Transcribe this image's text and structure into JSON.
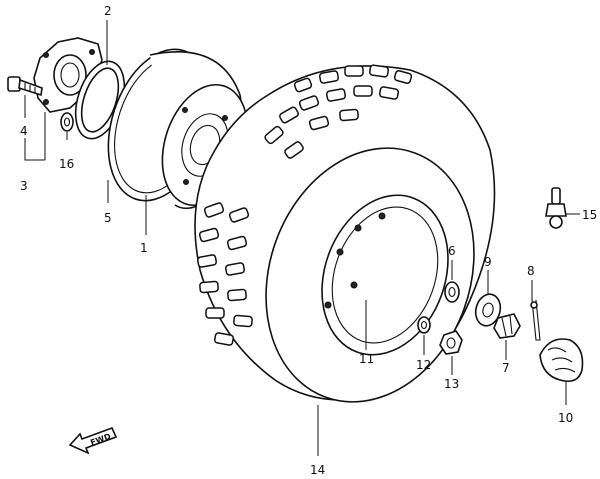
{
  "diagram": {
    "background": "#ffffff",
    "line_color": "#111111",
    "fwd_label": "FWD",
    "callouts": [
      {
        "id": "1",
        "text": "1"
      },
      {
        "id": "2",
        "text": "2"
      },
      {
        "id": "3",
        "text": "3"
      },
      {
        "id": "4",
        "text": "4"
      },
      {
        "id": "5",
        "text": "5"
      },
      {
        "id": "6",
        "text": "6"
      },
      {
        "id": "7",
        "text": "7"
      },
      {
        "id": "8",
        "text": "8"
      },
      {
        "id": "9",
        "text": "9"
      },
      {
        "id": "10",
        "text": "10"
      },
      {
        "id": "11",
        "text": "11"
      },
      {
        "id": "12",
        "text": "12"
      },
      {
        "id": "13",
        "text": "13"
      },
      {
        "id": "14",
        "text": "14"
      },
      {
        "id": "15",
        "text": "15"
      },
      {
        "id": "16",
        "text": "16"
      }
    ]
  }
}
